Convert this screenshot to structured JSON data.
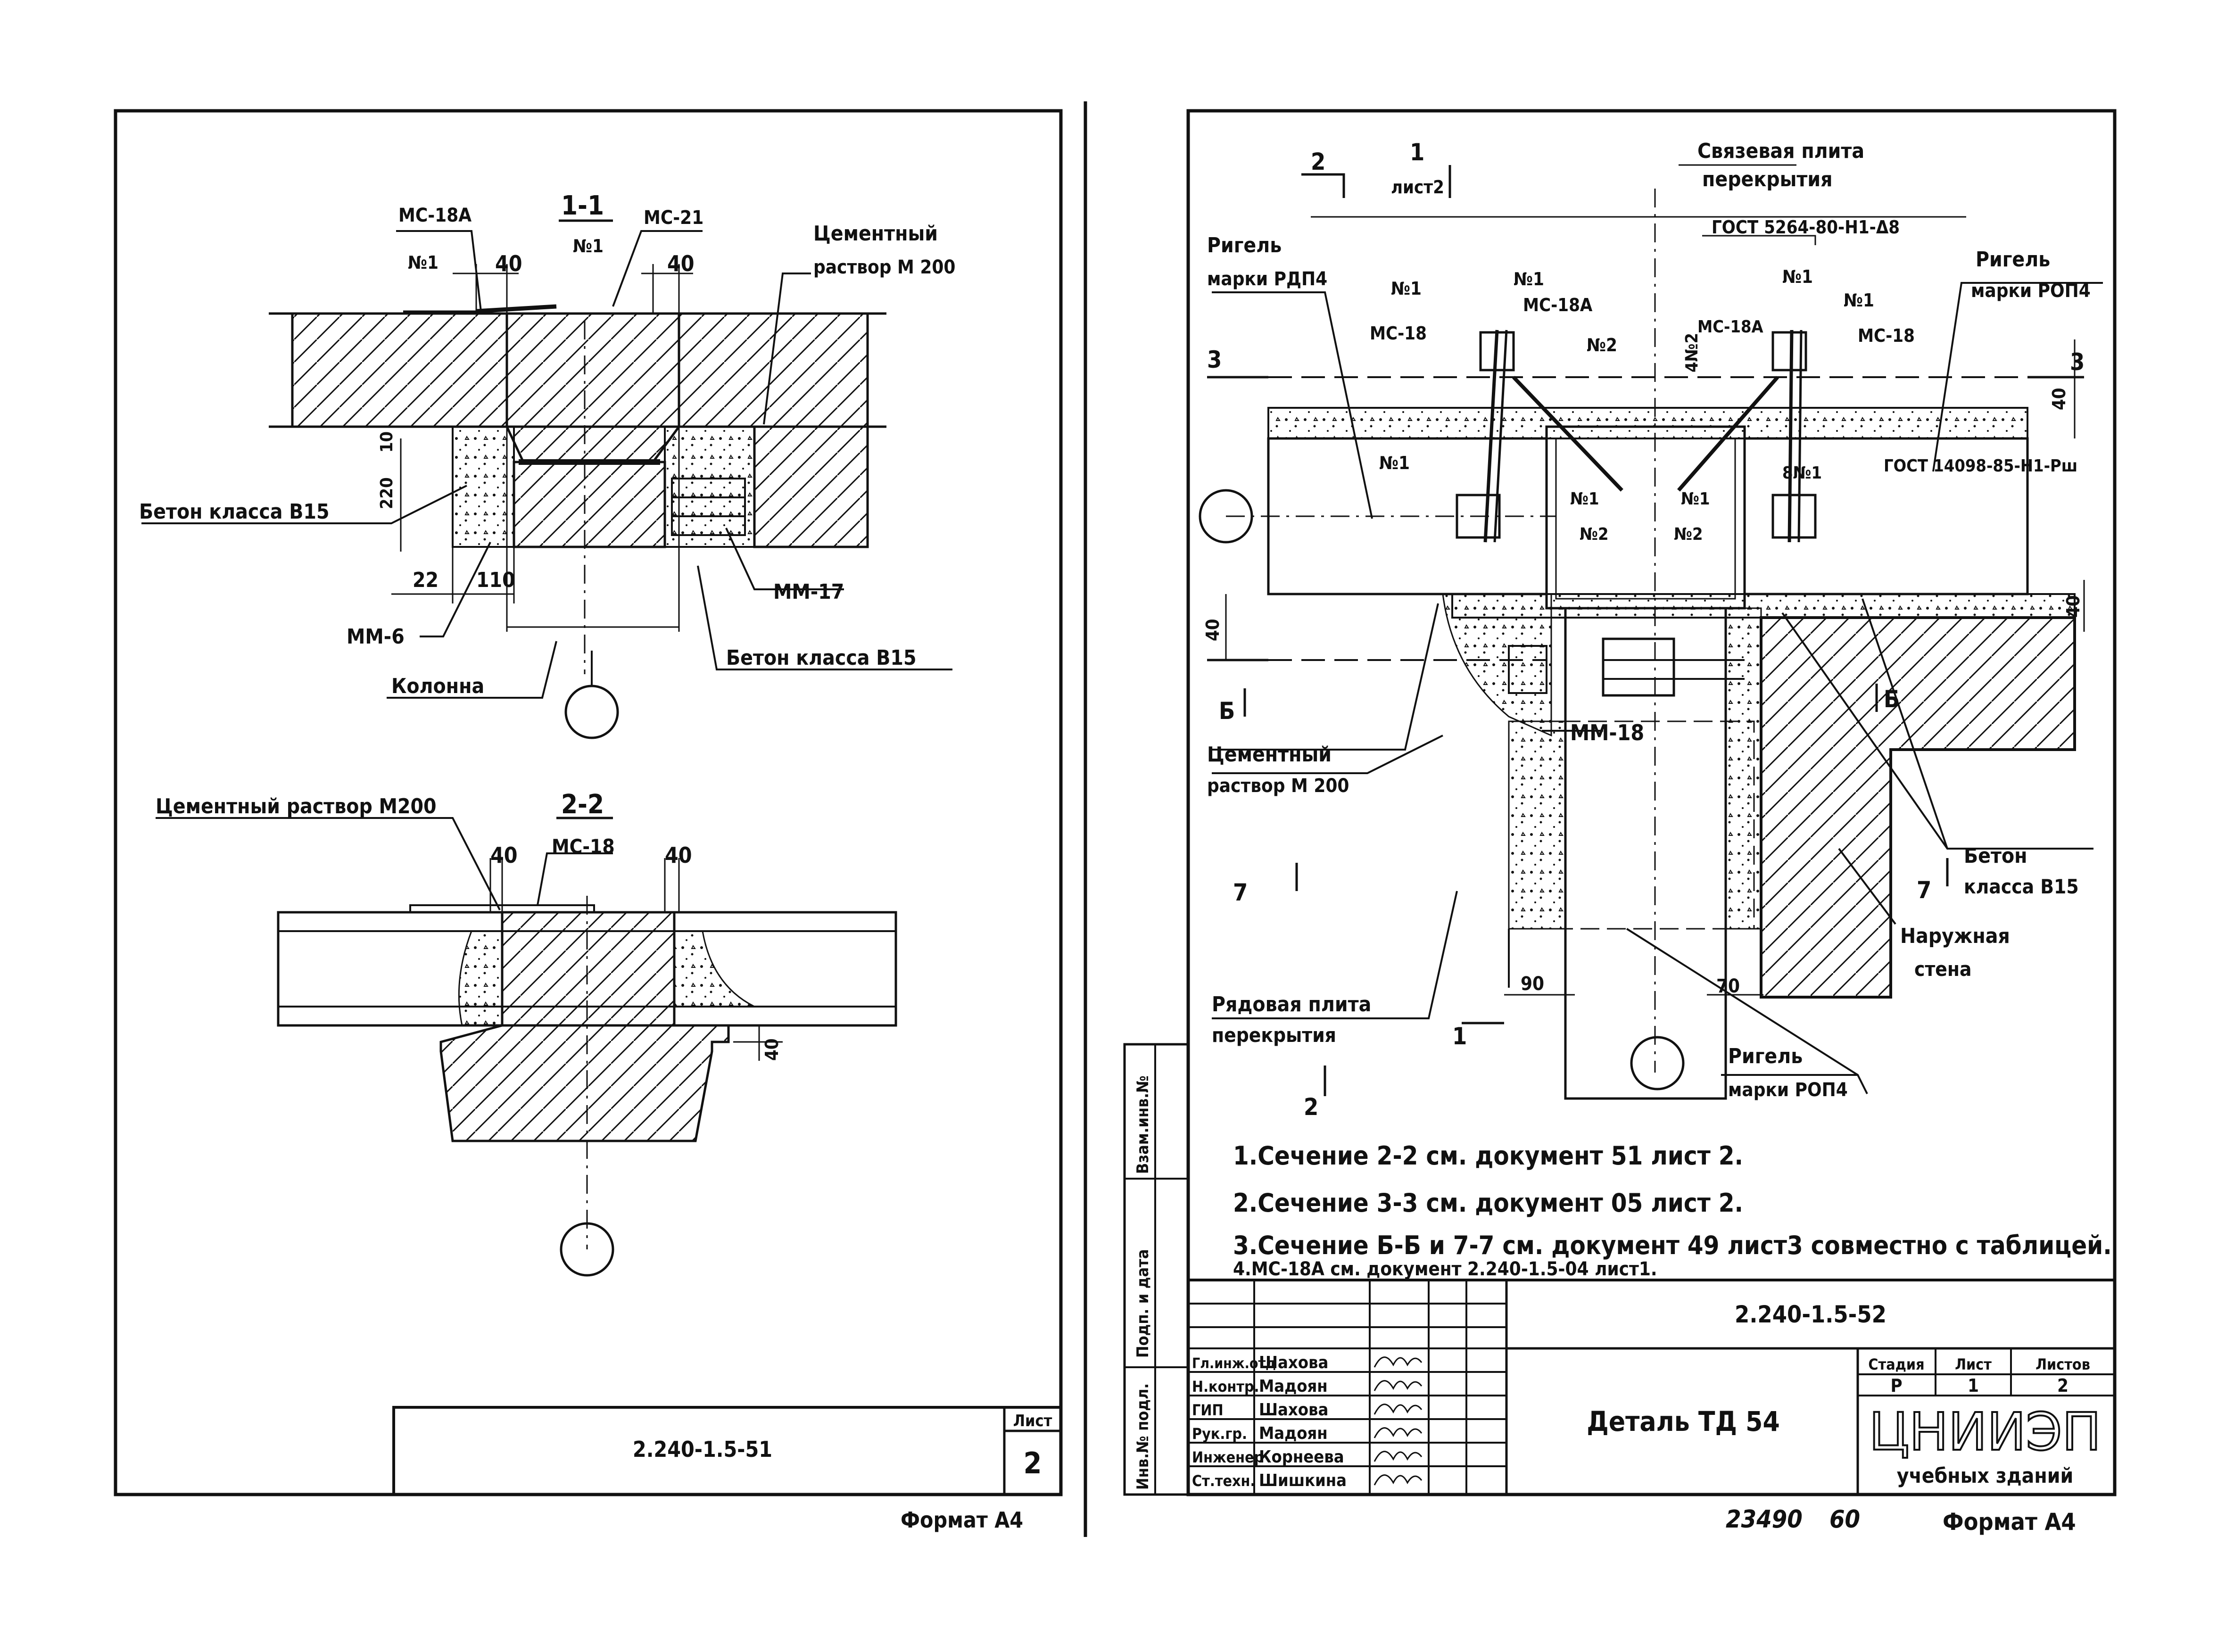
{
  "left_sheet": {
    "section_1_1": {
      "title": "1-1",
      "labels": {
        "mc18a": "МС-18А",
        "mc21": "МС-21",
        "n1_a": "№1",
        "n1_b": "№1",
        "d40_a": "40",
        "d40_b": "40",
        "mortar": "Цементный раствор М 200",
        "concrete_b15_left": "Бетон класса В15",
        "concrete_b15_bottom": "Бетон класса В15",
        "dim_220": "220",
        "dim_10": "10",
        "dim_22": "22",
        "dim_110": "110",
        "mm17": "ММ-17",
        "mm6": "ММ-6",
        "column": "Колонна"
      }
    },
    "section_2_2": {
      "title": "2-2",
      "labels": {
        "mortar": "Цементный раствор М200",
        "mc18": "МС-18",
        "d40_a": "40",
        "d40_b": "40",
        "d40_c": "40"
      }
    },
    "title_block": {
      "code": "2.240-1.5-51",
      "sheet_label": "Лист",
      "sheet_no": "2"
    },
    "format": "Формат А4"
  },
  "right_sheet": {
    "plan_labels": {
      "cut_2_top": "2",
      "cut_1_top": "1",
      "sheet2": "лист2",
      "tie_slab": "Связевая плита перекрытия",
      "gost_top": "ГОСТ 5264-80-Н1-Δ8",
      "rigel_left": "Ригель марки РДП4",
      "rigel_right": "Ригель марки РОП4",
      "n1_a": "№1",
      "n1_b": "№1",
      "n1_c": "№1",
      "n1_d": "№1",
      "n1_e": "№1",
      "n1_f": "№1",
      "n1_g": "№1",
      "n1_h": "8№1",
      "n2_a": "№2",
      "n2_b": "№2",
      "n2_c": "№2",
      "n2_vertical": "4№2",
      "mc18_left": "МС-18",
      "mc18a_left": "МС-18А",
      "mc18a_right": "МС-18А",
      "mc18_right": "МС-18",
      "cut_3_left": "3",
      "cut_3_right": "3",
      "d40_right_top": "40",
      "d40_left": "40",
      "d40_right": "40",
      "gost_right": "ГОСТ 14098-85-Н1-Рш",
      "cut_b_left": "Б",
      "cut_b_right": "Б",
      "mortar": "Цементный раствор М 200",
      "mm18": "ММ-18",
      "concrete": "Бетон класса В15",
      "cut_7_left": "7",
      "cut_7_right": "7",
      "ext_wall": "Наружная стена",
      "ordinary_slab": "Рядовая плита перекрытия",
      "cut_1_bottom": "1",
      "cut_2_bottom": "2",
      "d90": "90",
      "d70": "70",
      "rigel_bottom": "Ригель марки РОП4"
    },
    "notes": [
      "1.Сечение 2-2 см. документ 51 лист 2.",
      "2.Сечение 3-3 см. документ 05 лист 2.",
      "3.Сечение Б-Б и 7-7 см. документ 49 лист3 совместно с таблицей.",
      "4.МС-18А см. документ 2.240-1.5-04 лист1."
    ],
    "side_stamp": {
      "col1": "Инв.№ подл.",
      "col2": "Подп. и дата",
      "col3": "Взам.инв.№"
    },
    "title_block": {
      "code": "2.240-1.5-52",
      "title": "Деталь ТД 54",
      "stage_label": "Стадия",
      "sheet_label": "Лист",
      "sheets_label": "Листов",
      "stage": "Р",
      "sheet": "1",
      "sheets": "2",
      "org_logo": "ЦНИИЭП",
      "org_sub": "учебных зданий",
      "roles": [
        {
          "role": "Гл.инж.отд",
          "name": "Шахова"
        },
        {
          "role": "Н.контр.",
          "name": "Мадоян"
        },
        {
          "role": "ГИП",
          "name": "Шахова"
        },
        {
          "role": "Рук.гр.",
          "name": "Мадоян"
        },
        {
          "role": "Инженер",
          "name": "Корнеева"
        },
        {
          "role": "Ст.техн.",
          "name": "Шишкина"
        }
      ]
    },
    "bottom_numbers": {
      "inv": "23490",
      "num": "60"
    },
    "format": "Формат А4"
  }
}
